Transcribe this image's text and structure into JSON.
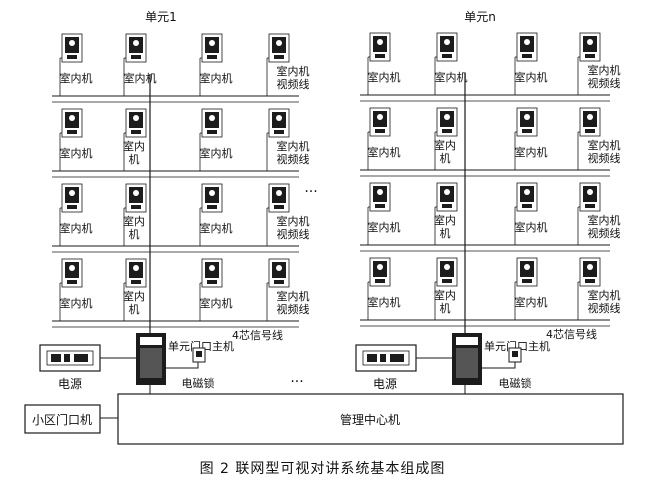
{
  "diagram": {
    "caption": "图 2   联网型可视对讲系统基本组成图",
    "unit_labels": [
      "单元1",
      "单元n"
    ],
    "indoor_unit_label": "室内机",
    "indoor_unit_vertical_label": "室内机",
    "video_line_label": [
      "室内机",
      "视频线"
    ],
    "signal_line_label": "4芯信号线",
    "door_host_label": "单元门口主机",
    "power_label": "电源",
    "lock_label": "电磁锁",
    "community_gate_label": "小区门口机",
    "management_label": "管理中心机",
    "ellipsis": "···",
    "colors": {
      "line": "#1a1a1a",
      "device_dark": "#1c1c1c",
      "paper": "#ffffff"
    }
  }
}
